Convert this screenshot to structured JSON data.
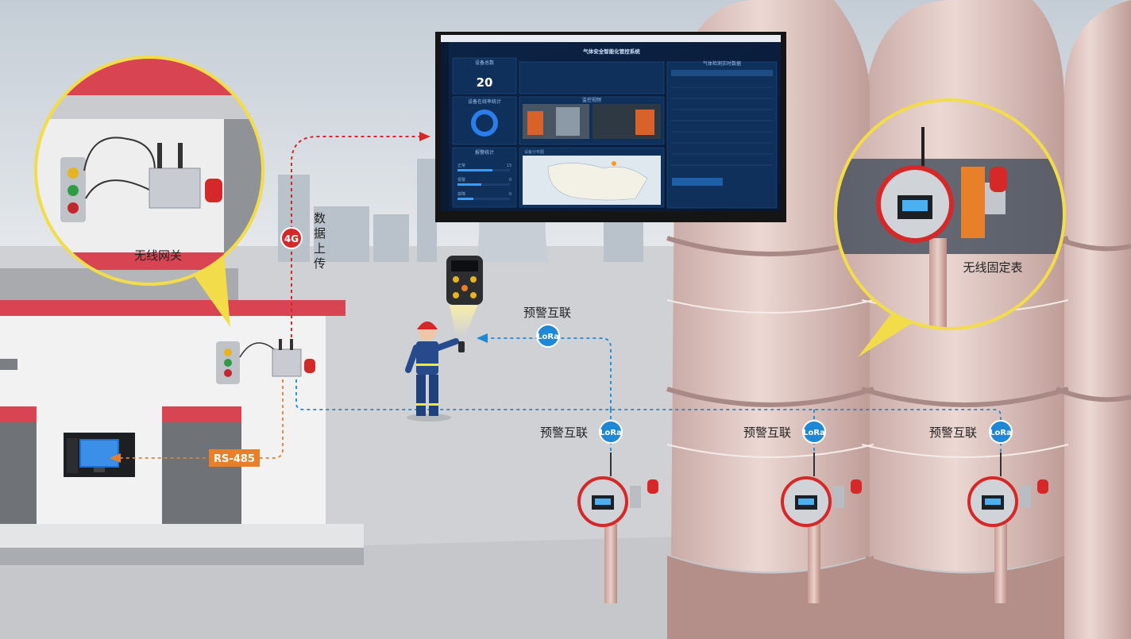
{
  "labels": {
    "gateway": "无线网关",
    "fixed_meter": "无线固定表",
    "data_upload": [
      "数",
      "据",
      "上",
      "传"
    ],
    "network_4g": "4G",
    "rs485": "RS-485",
    "alert_link": "预警互联",
    "lora": "LoRa"
  },
  "dashboard": {
    "title": "气体安全智能化管控系统",
    "device_count_label": "设备总数",
    "device_count": "20",
    "online_rate_label": "设备在线率统计",
    "alarm_stats_label": "报警统计",
    "video_label": "监控视频",
    "map_label": "设备分布图",
    "realtime_label": "气体检测实时数据",
    "stat_rows": [
      {
        "label": "正常",
        "value": "13"
      },
      {
        "label": "报警",
        "value": "0"
      },
      {
        "label": "故障",
        "value": "0"
      }
    ]
  },
  "colors": {
    "accent_red": "#d62828",
    "lora_blue": "#1e88d6",
    "rs485_orange": "#e8802a",
    "callout_yellow": "#f2dc4a",
    "screen_bg": "#0c1f3d"
  }
}
